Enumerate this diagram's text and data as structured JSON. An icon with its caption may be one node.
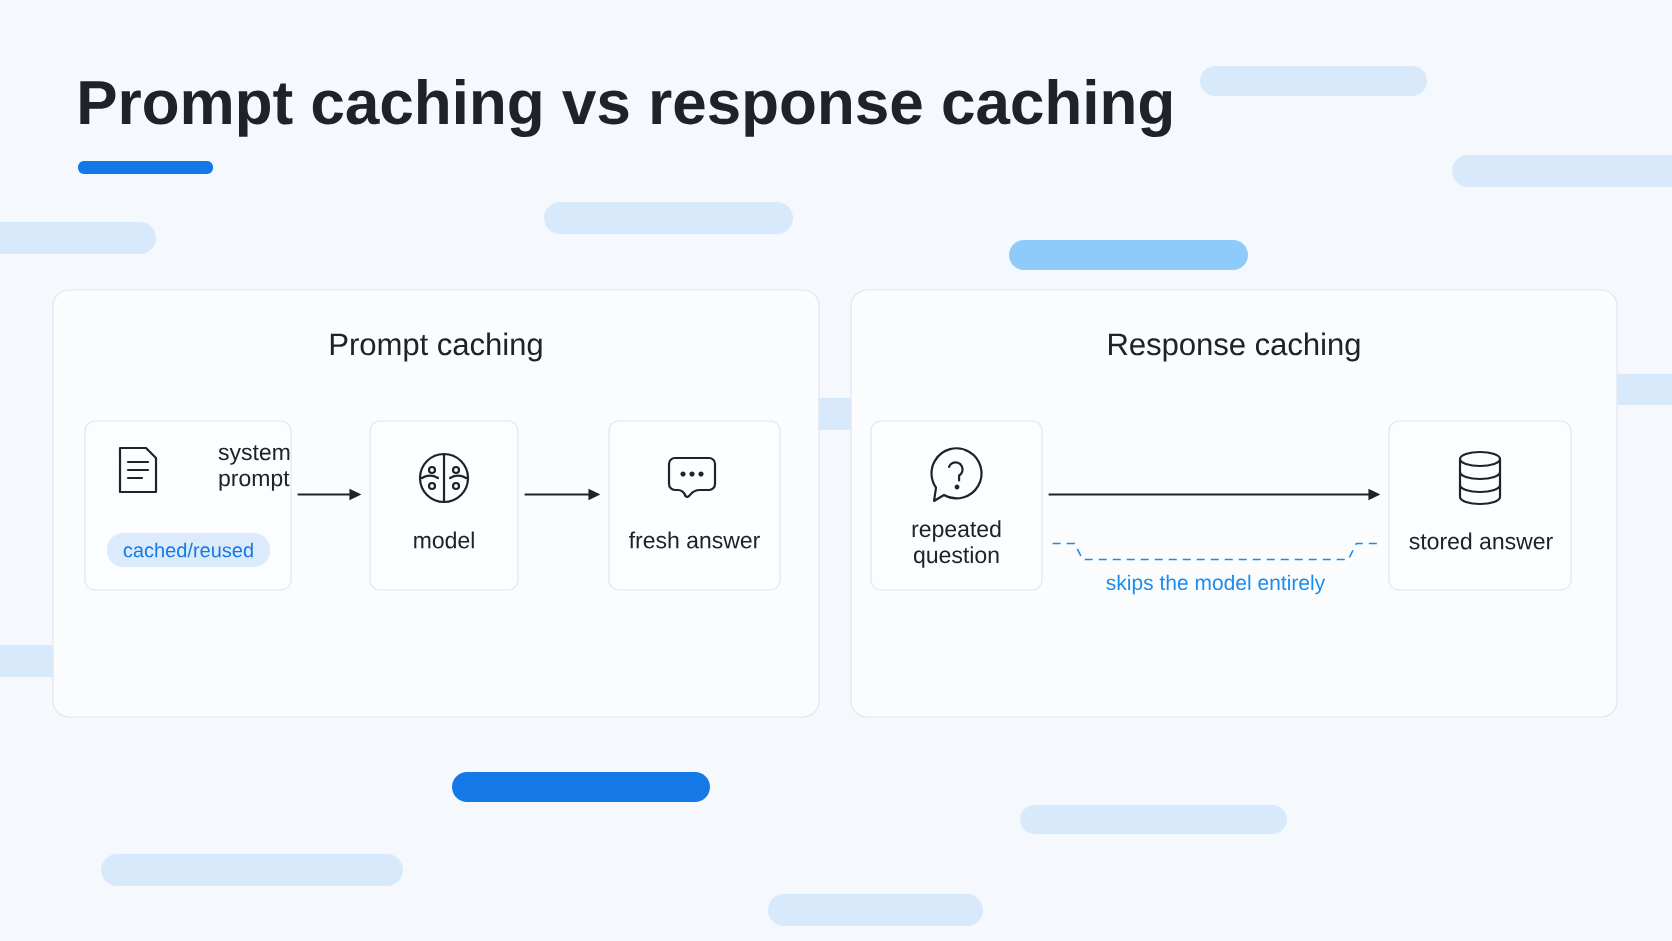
{
  "diagram": {
    "title": "Prompt caching vs response caching",
    "nodes": [
      {
        "text": [
          "Prompt caching"
        ]
      },
      {
        "text": [
          "system prompt"
        ],
        "in": 0
      },
      {
        "text": [
          "cached/reused"
        ],
        "in": 1
      },
      {
        "text": [
          "model"
        ],
        "in": 0
      },
      {
        "text": [
          "fresh answer"
        ],
        "in": 0
      },
      {
        "text": [
          "Response caching"
        ]
      },
      {
        "text": [
          "repeated question"
        ],
        "in": 5
      },
      {
        "text": [
          "stored answer"
        ],
        "in": 5
      }
    ],
    "edges": [
      {
        "from": 1,
        "to": 3,
        "arrow": "to"
      },
      {
        "from": 3,
        "to": 4,
        "arrow": "to"
      },
      {
        "from": 6,
        "to": 7,
        "arrow": "to"
      },
      {
        "from": 6,
        "to": 7,
        "arrow": "none",
        "style": "dashed",
        "color": "#1a8cf0",
        "label": "skips the model entirely"
      }
    ]
  }
}
